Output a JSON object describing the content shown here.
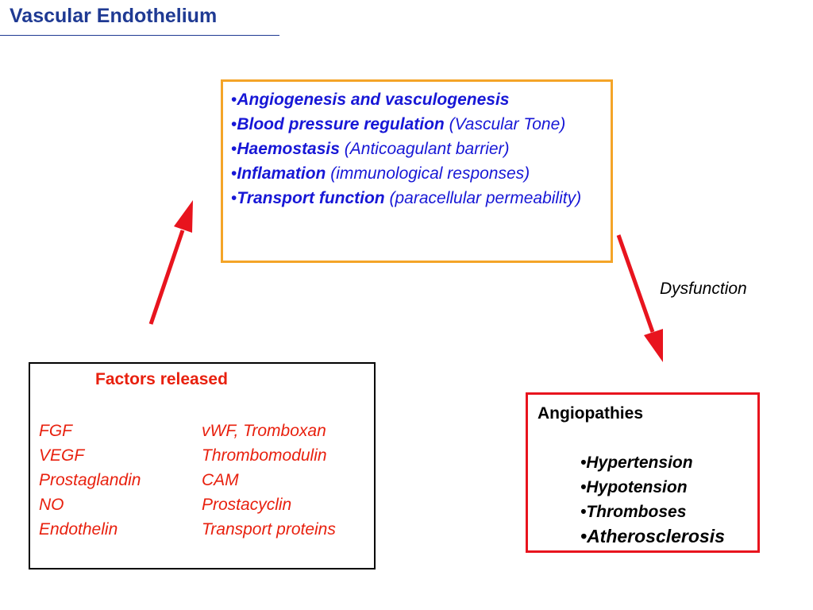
{
  "title": "Vascular Endothelium",
  "functions": [
    {
      "name": "Angiogenesis and vasculogenesis",
      "note": ""
    },
    {
      "name": "Blood pressure regulation",
      "note": "(Vascular Tone)"
    },
    {
      "name": "Haemostasis",
      "note": "(Anticoagulant barrier)"
    },
    {
      "name": "Inflamation",
      "note": "(immunological responses)"
    },
    {
      "name": "Transport function",
      "note": "(paracellular permeability)"
    }
  ],
  "factors": {
    "heading": "Factors released",
    "left": [
      "FGF",
      "VEGF",
      "Prostaglandin",
      "NO",
      "Endothelin"
    ],
    "right": [
      "vWF, Tromboxan",
      "Thrombomodulin",
      "CAM",
      "Prostacyclin",
      "Transport proteins"
    ]
  },
  "angiopathies": {
    "heading": "Angiopathies",
    "items": [
      "Hypertension",
      "Hypotension",
      "Thromboses",
      "Atherosclerosis"
    ]
  },
  "dysfunction_label": "Dysfunction",
  "colors": {
    "title": "#1f3a93",
    "functions_text": "#1717d6",
    "functions_border": "#f4a428",
    "factors_text": "#e8200e",
    "angio_border": "#e8141e",
    "arrow": "#e8141e"
  }
}
